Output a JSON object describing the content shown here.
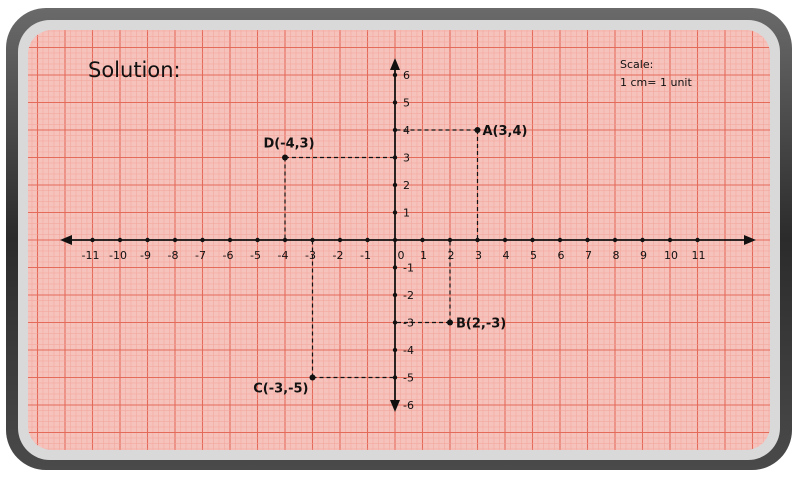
{
  "title": "Solution:",
  "scale": {
    "label": "Scale:",
    "value": "1 cm= 1 unit"
  },
  "axes": {
    "x_ticks": [
      "-11",
      "-10",
      "-9",
      "-8",
      "-7",
      "-6",
      "-5",
      "-4",
      "-3",
      "-2",
      "-1",
      "0",
      "1",
      "2",
      "3",
      "4",
      "5",
      "6",
      "7",
      "8",
      "9",
      "10",
      "11"
    ],
    "y_ticks_pos": [
      "1",
      "2",
      "3",
      "4",
      "5",
      "6"
    ],
    "y_ticks_neg": [
      "-1",
      "-2",
      "-3",
      "-4",
      "-5",
      "-6"
    ]
  },
  "points": [
    {
      "label": "A(3,4)",
      "x": 3,
      "y": 4
    },
    {
      "label": "B(2,-3)",
      "x": 2,
      "y": -3
    },
    {
      "label": "C(-3,-5)",
      "x": -3,
      "y": -5
    },
    {
      "label": "D(-4,3)",
      "x": -4,
      "y": 3
    }
  ],
  "colors": {
    "frame": "#3a3a3a",
    "paper": "#f6c3bc",
    "grid_major": "#e46a5a",
    "grid_minor": "#f2a399",
    "axis": "#111111"
  }
}
